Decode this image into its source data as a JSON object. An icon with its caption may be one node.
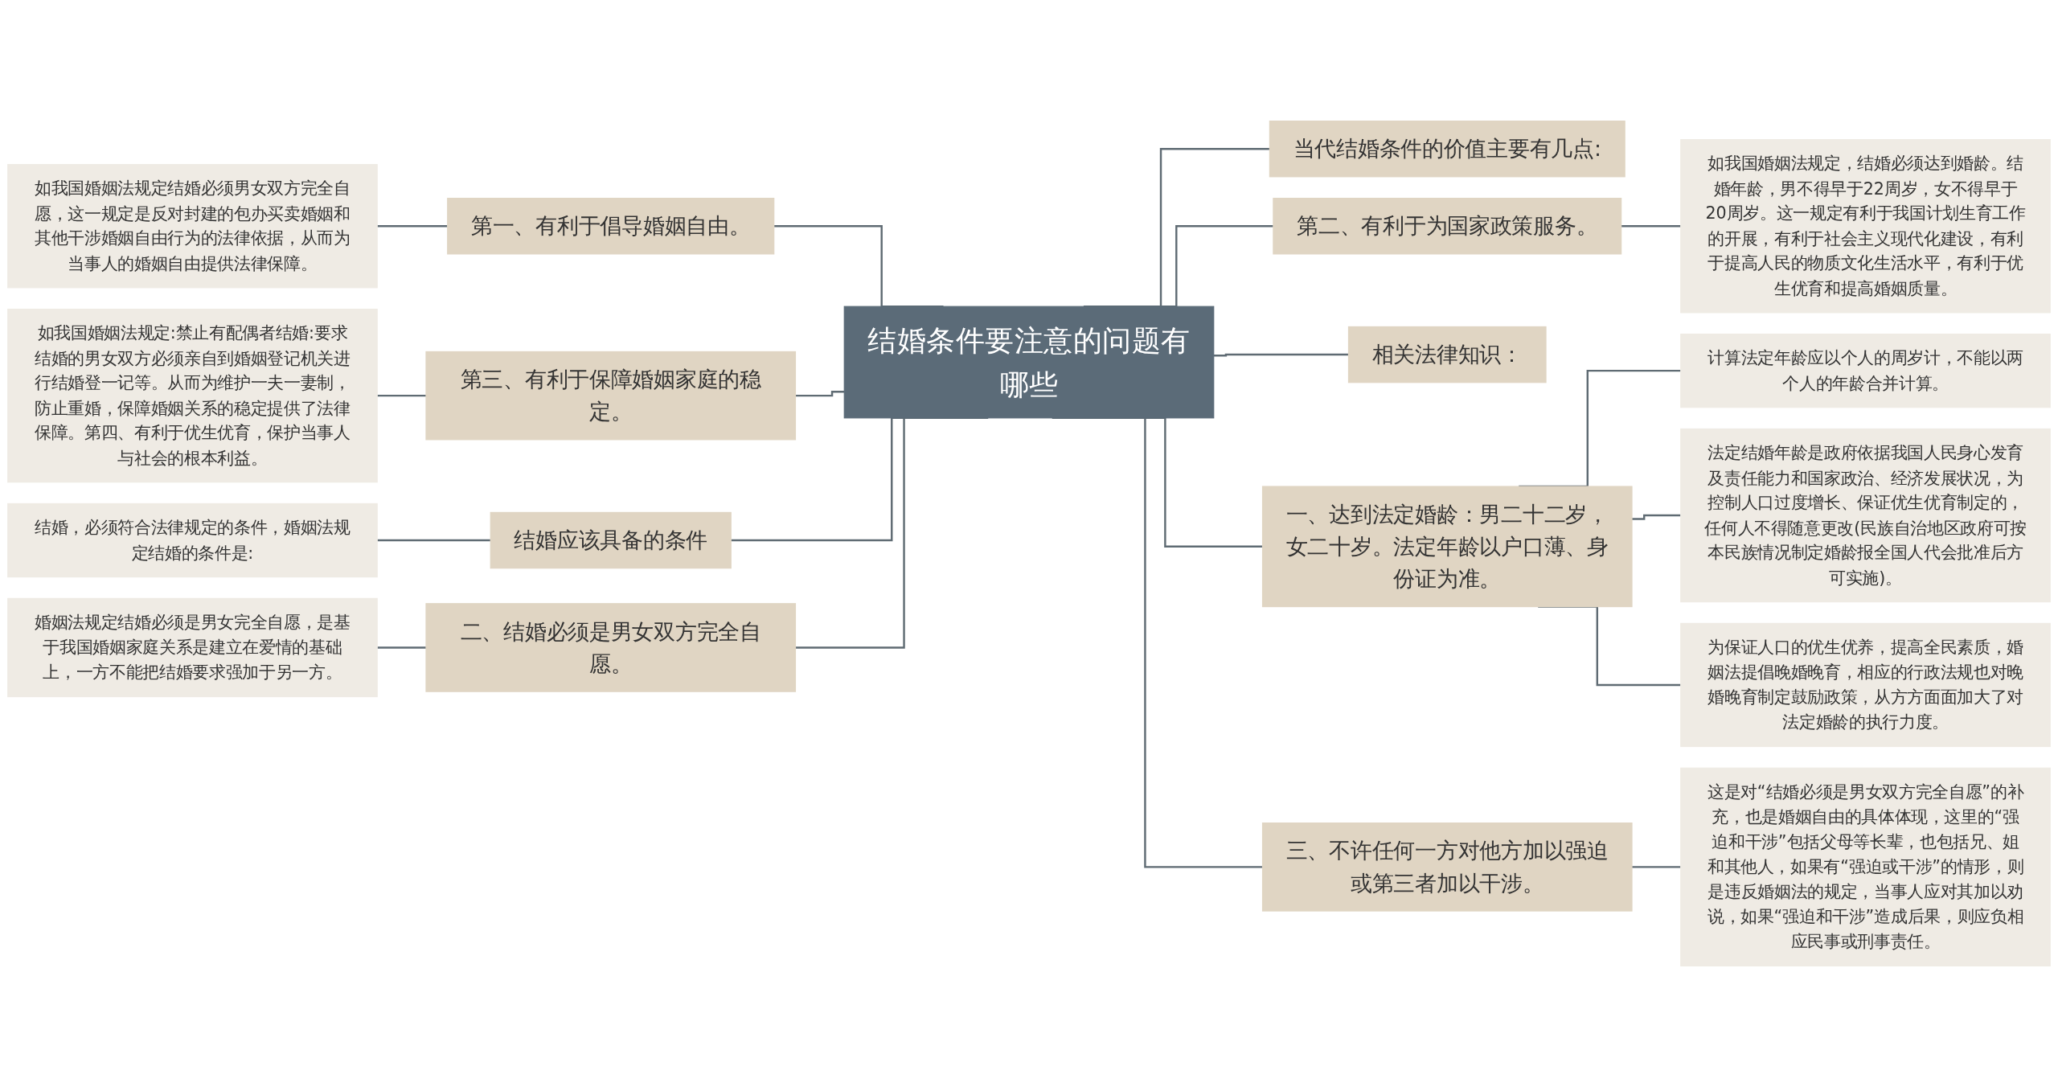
{
  "diagram": {
    "nodes": [
      {
        "text": [
          "结婚条件要注意的问题有哪些"
        ]
      },
      {
        "text": [
          "第一、有利于倡导婚姻自由。"
        ]
      },
      {
        "text": [
          "如我国婚姻法规定结婚必须男女双方完全自愿，这一规定是反对封建的包办买卖婚姻和其他干涉婚姻自由行为的法律依据，从而为当事人的婚姻自由提供法律保障。"
        ]
      },
      {
        "text": [
          "第三、有利于保障婚姻家庭的稳定。"
        ]
      },
      {
        "text": [
          "如我国婚姻法规定:禁止有配偶者结婚:要求结婚的男女双方必须亲自到婚姻登记机关进行结婚登一记等。从而为维护一夫一妻制，防止重婚，保障婚姻关系的稳定提供了法律保障。第四、有利于优生优育，保护当事人与社会的根本利益。"
        ]
      },
      {
        "text": [
          "结婚应该具备的条件"
        ]
      },
      {
        "text": [
          "结婚，必须符合法律规定的条件，婚姻法规定结婚的条件是:"
        ]
      },
      {
        "text": [
          "二、结婚必须是男女双方完全自愿。"
        ]
      },
      {
        "text": [
          "婚姻法规定结婚必须是男女完全自愿，是基于我国婚姻家庭关系是建立在爱情的基础上，一方不能把结婚要求强加于另一方。"
        ]
      },
      {
        "text": [
          "当代结婚条件的价值主要有几点:"
        ]
      },
      {
        "text": [
          "第二、有利于为国家政策服务。"
        ]
      },
      {
        "text": [
          "如我国婚姻法规定，结婚必须达到婚龄。结婚年龄，男不得早于22周岁，女不得早于20周岁。这一规定有利于我国计划生育工作的开展，有利于社会主义现代化建设，有利于提高人民的物质文化生活水平，有利于优生优育和提高婚姻质量。"
        ]
      },
      {
        "text": [
          "相关法律知识："
        ]
      },
      {
        "text": [
          "一、达到法定婚龄：男二十二岁，女二十岁。法定年龄以户口薄、身份证为准。"
        ]
      },
      {
        "text": [
          "计算法定年龄应以个人的周岁计，不能以两个人的年龄合并计算。"
        ]
      },
      {
        "text": [
          "法定结婚年龄是政府依据我国人民身心发育及责任能力和国家政治、经济发展状况，为控制人口过度增长、保证优生优育制定的，任何人不得随意更改(民族自治地区政府可按本民族情况制定婚龄报全国人代会批准后方可实施)。"
        ]
      },
      {
        "text": [
          "为保证人口的优生优养，提高全民素质，婚姻法提倡晚婚晚育，相应的行政法规也对晚婚晚育制定鼓励政策，从方方面面加大了对法定婚龄的执行力度。"
        ]
      },
      {
        "text": [
          "三、不许任何一方对他方加以强迫或第三者加以干涉。"
        ]
      },
      {
        "text": [
          "这是对“结婚必须是男女双方完全自愿”的补充，也是婚姻自由的具体体现，这里的“强迫和干涉”包括父母等长辈，也包括兄、姐和其他人，如果有“强迫或干涉”的情形，则是违反婚姻法的规定，当事人应对其加以劝说，如果“强迫和干涉”造成后果，则应负相应民事或刑事责任。"
        ]
      }
    ],
    "edges": [
      {
        "from": 0,
        "to": 1,
        "arrow": "none"
      },
      {
        "from": 1,
        "to": 2,
        "arrow": "none"
      },
      {
        "from": 0,
        "to": 3,
        "arrow": "none"
      },
      {
        "from": 3,
        "to": 4,
        "arrow": "none"
      },
      {
        "from": 0,
        "to": 5,
        "arrow": "none"
      },
      {
        "from": 5,
        "to": 6,
        "arrow": "none"
      },
      {
        "from": 0,
        "to": 7,
        "arrow": "none"
      },
      {
        "from": 7,
        "to": 8,
        "arrow": "none"
      },
      {
        "from": 0,
        "to": 9,
        "arrow": "none"
      },
      {
        "from": 0,
        "to": 10,
        "arrow": "none"
      },
      {
        "from": 10,
        "to": 11,
        "arrow": "none"
      },
      {
        "from": 0,
        "to": 12,
        "arrow": "none"
      },
      {
        "from": 0,
        "to": 13,
        "arrow": "none"
      },
      {
        "from": 13,
        "to": 14,
        "arrow": "none"
      },
      {
        "from": 13,
        "to": 15,
        "arrow": "none"
      },
      {
        "from": 13,
        "to": 16,
        "arrow": "none"
      },
      {
        "from": 0,
        "to": 17,
        "arrow": "none"
      },
      {
        "from": 17,
        "to": 18,
        "arrow": "none"
      }
    ]
  }
}
